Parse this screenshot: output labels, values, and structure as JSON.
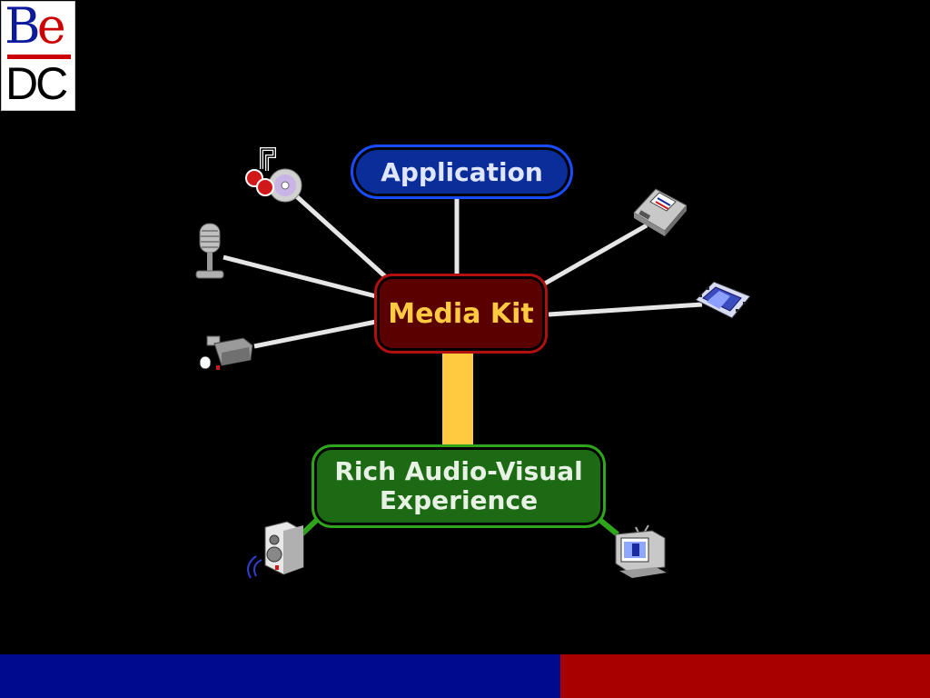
{
  "logo": {
    "line1_b": "B",
    "line1_e": "e",
    "line2": "DC"
  },
  "nodes": {
    "application": "Application",
    "media_kit": "Media Kit",
    "rich_av_line1": "Rich Audio-Visual",
    "rich_av_line2": "Experience"
  },
  "icons": [
    "music-cd-icon",
    "microphone-icon",
    "video-camera-icon",
    "mixer-device-icon",
    "film-strip-icon",
    "speaker-icon",
    "monitor-icon"
  ],
  "colors": {
    "application_fill": "#0a2d9a",
    "media_kit_fill": "#5a0000",
    "media_kit_text": "#ffc940",
    "rich_av_fill": "#1c6b14",
    "connector_gray": "#e6e6e6",
    "connector_yellow": "#ffc940",
    "connector_green": "#2fa51c",
    "footer_blue": "#000a8c",
    "footer_red": "#a80000"
  }
}
